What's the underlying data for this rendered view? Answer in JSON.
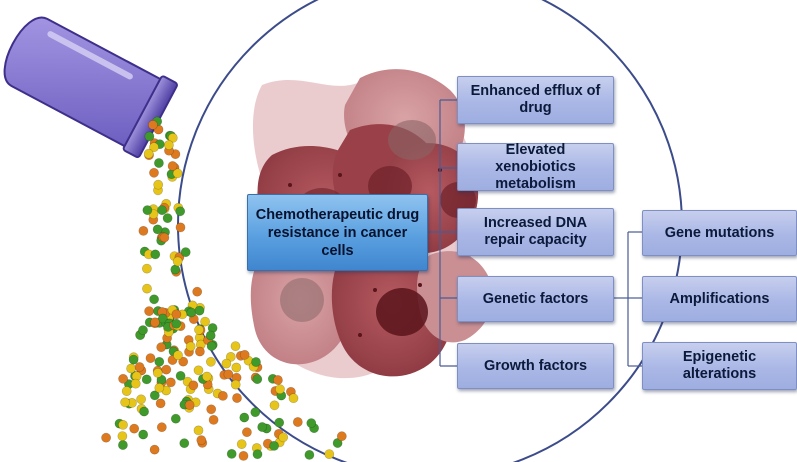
{
  "central_box": {
    "label": "Chemotherapeutic drug resistance in cancer cells"
  },
  "mechanisms": [
    {
      "label": "Enhanced efflux of drug"
    },
    {
      "label": "Elevated xenobiotics metabolism"
    },
    {
      "label": "Increased DNA repair capacity"
    },
    {
      "label": "Genetic factors"
    },
    {
      "label": "Growth factors"
    }
  ],
  "genetic_subfactors": [
    {
      "label": "Gene mutations"
    },
    {
      "label": "Amplifications"
    },
    {
      "label": "Epigenetic alterations"
    }
  ],
  "colors": {
    "capsule": "#8b7fd0",
    "box_fill": "#b0bde9",
    "central_box_fill": "#5aa0e0",
    "cell": "#a0484f",
    "circle_border": "#3c4c8a",
    "pill_green": "#3f9a2b",
    "pill_orange": "#dd7a1f",
    "pill_yellow": "#e6c41a"
  },
  "icons": [
    "capsule-icon",
    "cancer-cell-cluster-icon",
    "drug-particle-icon"
  ]
}
